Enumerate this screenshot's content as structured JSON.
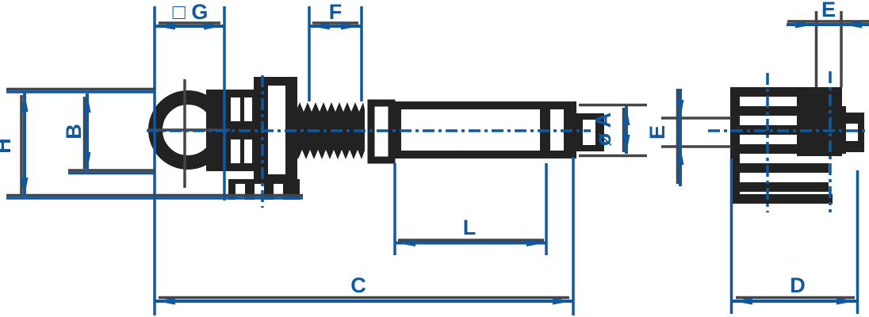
{
  "drawing": {
    "kind": "technical-dimension-drawing",
    "views": {
      "side": {
        "name": "side view (eye bolt with collar, thread and shank)"
      },
      "end": {
        "name": "end view"
      }
    },
    "dimensions": {
      "square_g": {
        "label": "□ G"
      },
      "f": {
        "label": "F"
      },
      "e_top": {
        "label": "E"
      },
      "h": {
        "label": "H"
      },
      "b": {
        "label": "B"
      },
      "dia_a": {
        "label": "ø A"
      },
      "e_side": {
        "label": "E"
      },
      "l": {
        "label": "L"
      },
      "c": {
        "label": "C"
      },
      "d": {
        "label": "D"
      }
    },
    "colors": {
      "dimension_blue": "#10589F",
      "part_dark": "#222222",
      "aux_gray": "#454545",
      "background": "#FFFFFF"
    }
  }
}
